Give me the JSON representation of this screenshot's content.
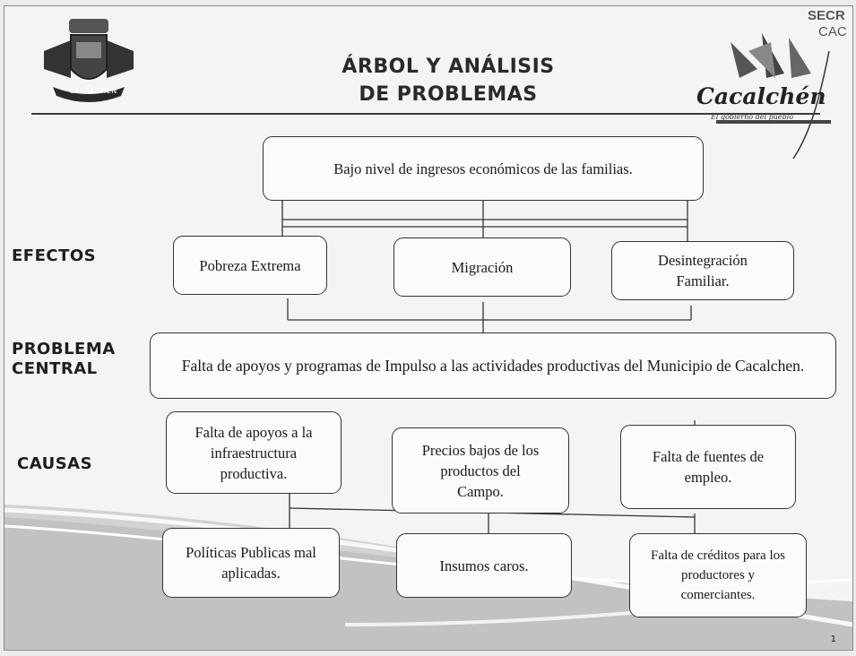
{
  "header": {
    "title_line1": "ÁRBOL Y ANÁLISIS",
    "title_line2": "DE PROBLEMAS",
    "crest_caption": "CACALCHEN",
    "logo_name": "Cacalchén",
    "logo_tagline": "El gobierno del pueblo",
    "stamp_line1": "SECR",
    "stamp_line2": "CAC"
  },
  "labels": {
    "efectos": "EFECTOS",
    "problema_line1": "PROBLEMA",
    "problema_line2": "CENTRAL",
    "causas": "CAUSAS"
  },
  "tree": {
    "top_effect": "Bajo nivel de ingresos económicos de las familias.",
    "effects": [
      "Pobreza Extrema",
      "Migración",
      "Desintegración Familiar."
    ],
    "central_problem": "Falta de apoyos y programas de Impulso a las actividades productivas del Municipio de Cacalchen.",
    "causes": [
      "Falta de apoyos a la infraestructura productiva.",
      "Precios bajos de los productos del Campo.",
      "Falta de fuentes de empleo."
    ],
    "root_causes": [
      "Políticas Publicas mal aplicadas.",
      "Insumos caros.",
      "Falta de créditos para los productores y comerciantes."
    ]
  },
  "footer": {
    "page": "1"
  },
  "colors": {
    "line": "#333333",
    "box_border": "#333333",
    "band": "#c9c9c9"
  }
}
